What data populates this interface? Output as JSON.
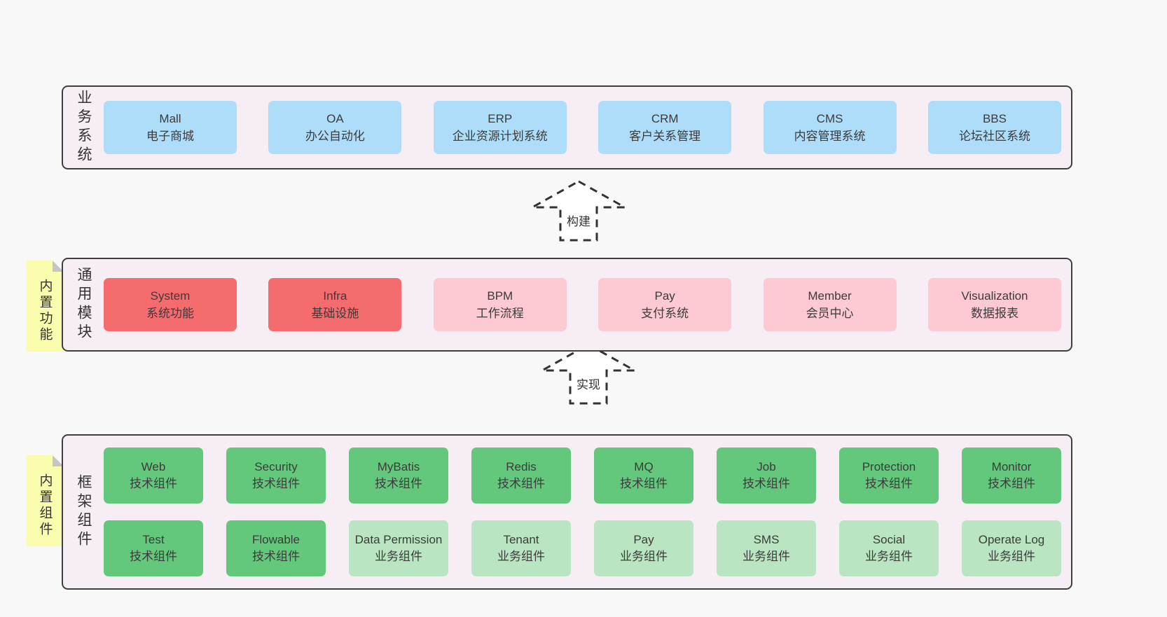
{
  "colors": {
    "page_bg": "#f8f8f8",
    "band_bg": "#f7edf5",
    "band_border": "#3f3f3f",
    "text": "#3b3b3b",
    "note_bg": "#fafcae",
    "note_fold": "#c5c5c5",
    "arrow_fill": "#ffffff",
    "arrow_stroke": "#333333",
    "blue": "#aeddfa",
    "red": "#f56c6f",
    "pink": "#fdc9d3",
    "green": "#64c87c",
    "lightgreen": "#b9e5c2"
  },
  "bands": [
    {
      "label": "业务系统",
      "note": null,
      "rows": [
        [
          {
            "title": "Mall",
            "subtitle": "电子商城",
            "variant": "blue"
          },
          {
            "title": "OA",
            "subtitle": "办公自动化",
            "variant": "blue"
          },
          {
            "title": "ERP",
            "subtitle": "企业资源计划系统",
            "variant": "blue"
          },
          {
            "title": "CRM",
            "subtitle": "客户关系管理",
            "variant": "blue"
          },
          {
            "title": "CMS",
            "subtitle": "内容管理系统",
            "variant": "blue"
          },
          {
            "title": "BBS",
            "subtitle": "论坛社区系统",
            "variant": "blue"
          }
        ]
      ]
    },
    {
      "label": "通用模块",
      "note": "内置功能",
      "rows": [
        [
          {
            "title": "System",
            "subtitle": "系统功能",
            "variant": "red"
          },
          {
            "title": "Infra",
            "subtitle": "基础设施",
            "variant": "red"
          },
          {
            "title": "BPM",
            "subtitle": "工作流程",
            "variant": "pink"
          },
          {
            "title": "Pay",
            "subtitle": "支付系统",
            "variant": "pink"
          },
          {
            "title": "Member",
            "subtitle": "会员中心",
            "variant": "pink"
          },
          {
            "title": "Visualization",
            "subtitle": "数据报表",
            "variant": "pink"
          }
        ]
      ]
    },
    {
      "label": "框架组件",
      "note": "内置组件",
      "rows": [
        [
          {
            "title": "Web",
            "subtitle": "技术组件",
            "variant": "green"
          },
          {
            "title": "Security",
            "subtitle": "技术组件",
            "variant": "green"
          },
          {
            "title": "MyBatis",
            "subtitle": "技术组件",
            "variant": "green"
          },
          {
            "title": "Redis",
            "subtitle": "技术组件",
            "variant": "green"
          },
          {
            "title": "MQ",
            "subtitle": "技术组件",
            "variant": "green"
          },
          {
            "title": "Job",
            "subtitle": "技术组件",
            "variant": "green"
          },
          {
            "title": "Protection",
            "subtitle": "技术组件",
            "variant": "green"
          },
          {
            "title": "Monitor",
            "subtitle": "技术组件",
            "variant": "green"
          }
        ],
        [
          {
            "title": "Test",
            "subtitle": "技术组件",
            "variant": "green"
          },
          {
            "title": "Flowable",
            "subtitle": "技术组件",
            "variant": "green"
          },
          {
            "title": "Data Permission",
            "subtitle": "业务组件",
            "variant": "lightgreen"
          },
          {
            "title": "Tenant",
            "subtitle": "业务组件",
            "variant": "lightgreen"
          },
          {
            "title": "Pay",
            "subtitle": "业务组件",
            "variant": "lightgreen"
          },
          {
            "title": "SMS",
            "subtitle": "业务组件",
            "variant": "lightgreen"
          },
          {
            "title": "Social",
            "subtitle": "业务组件",
            "variant": "lightgreen"
          },
          {
            "title": "Operate Log",
            "subtitle": "业务组件",
            "variant": "lightgreen"
          }
        ]
      ]
    }
  ],
  "arrows": [
    {
      "label": "构建"
    },
    {
      "label": "实现"
    }
  ]
}
